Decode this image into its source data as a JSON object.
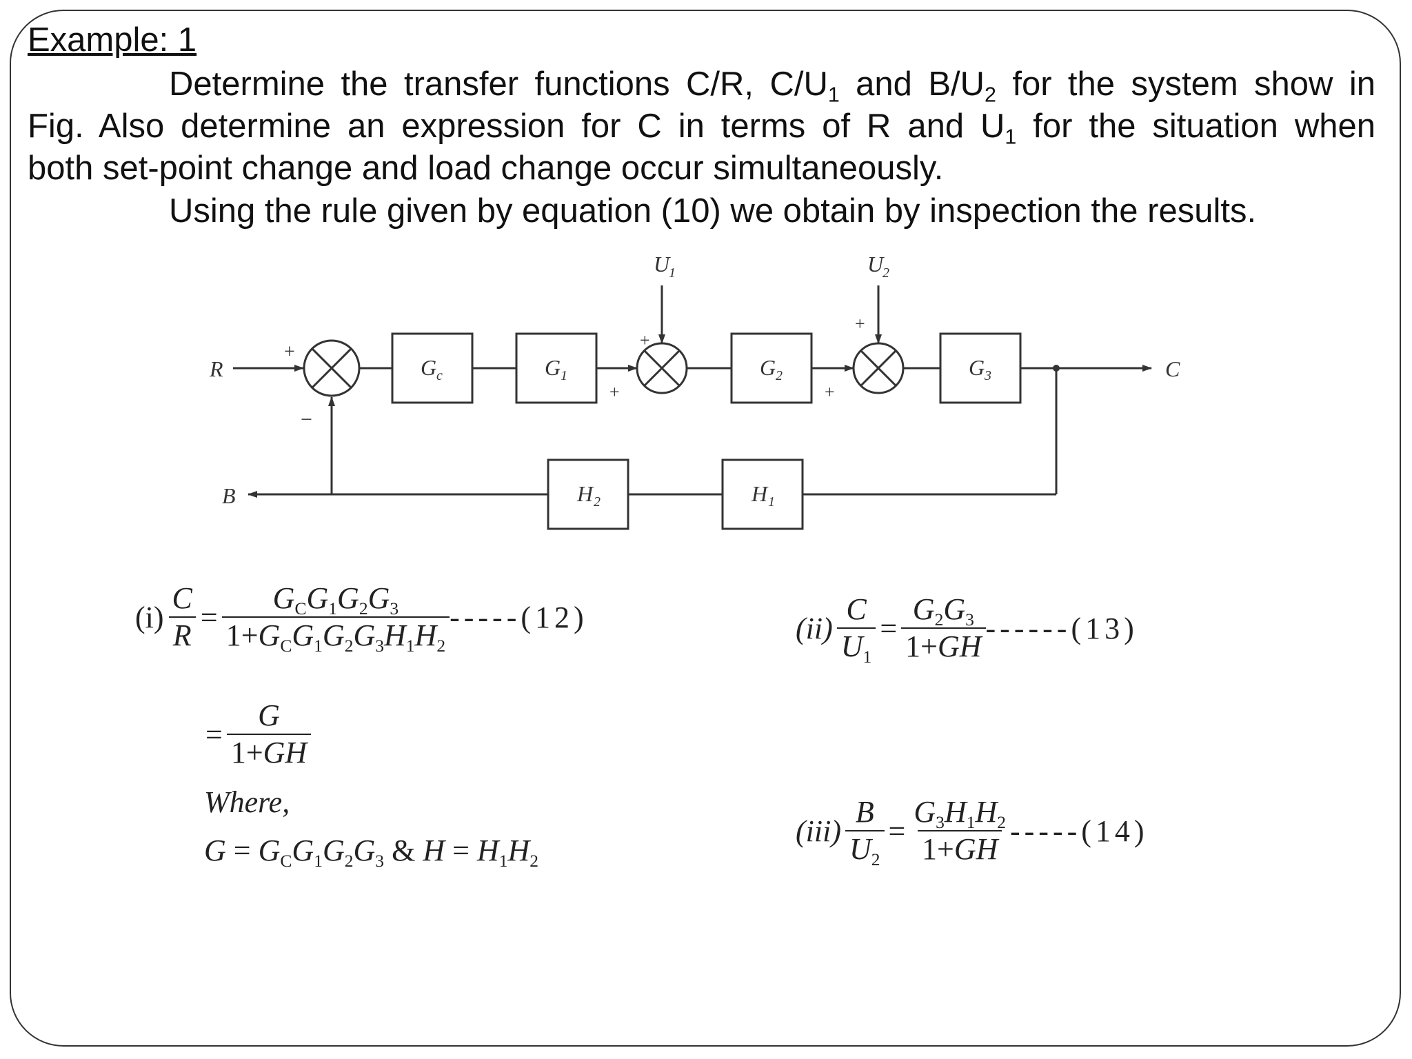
{
  "title": "Example: 1",
  "problem": {
    "line1_a": "Determine the transfer functions C/R, C/U",
    "line1_sub1": "1",
    "line1_b": " and B/U",
    "line1_sub2": "2",
    "line1_c": " for the system show in",
    "line2_a": "Fig. Also determine an expression for C in terms of R and U",
    "line2_sub": "1",
    "line2_b": " for the situation when",
    "line3": "both set-point change and load change occur simultaneously.",
    "line4": "Using the rule given by equation (10) we obtain by inspection the results."
  },
  "diagram": {
    "input_R": "R",
    "output_C": "C",
    "output_B": "B",
    "disturbance_U1": "U",
    "disturbance_U1_sub": "1",
    "disturbance_U2": "U",
    "disturbance_U2_sub": "2",
    "blocks": {
      "Gc": "G",
      "Gc_sub": "c",
      "G1": "G",
      "G1_sub": "1",
      "G2": "G",
      "G2_sub": "2",
      "G3": "G",
      "G3_sub": "3",
      "H1": "H",
      "H1_sub": "1",
      "H2": "H",
      "H2_sub": "2"
    },
    "signs": {
      "plus": "+",
      "minus": "−"
    }
  },
  "equations": {
    "eq12": {
      "prefix": "(i)",
      "num": "C",
      "den": "R",
      "rhs_num": "G_C G_1 G_2 G_3",
      "rhs_den": "1+G_C G_1 G_2 G_3 H_1 H_2",
      "tail": "-----(12)"
    },
    "eq12b": {
      "num": "G",
      "den": "1+GH"
    },
    "where": "Where,",
    "where_def": "G = G_C G_1 G_2 G_3 & H = H_1 H_2",
    "eq13": {
      "prefix": "(ii)",
      "num": "C",
      "den": "U_1",
      "rhs_num": "G_2 G_3",
      "rhs_den": "1+GH",
      "tail": "------(13)"
    },
    "eq14": {
      "prefix": "(iii)",
      "num": "B",
      "den": "U_2",
      "rhs_num": "G_3 H_1 H_2",
      "rhs_den": "1+GH",
      "tail": "-----(14)"
    }
  }
}
